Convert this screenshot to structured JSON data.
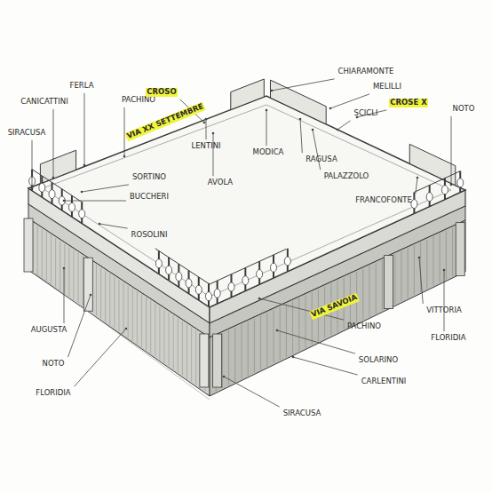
{
  "diagram": {
    "labels": [
      "CANICATTINI",
      "FERLA",
      "PACHINO",
      "CROSO",
      "VIA XX SETTEMBRE",
      "CHIARAMONTE",
      "MELILLI",
      "CROSE X",
      "SCICLI",
      "NOTO",
      "SIRACUSA",
      "LENTINI",
      "MODICA",
      "AVOLA",
      "RAGUSA",
      "PALAZZOLO",
      "FRANCOFONTE",
      "SORTINO",
      "BUCCHERI",
      "ROSOLINI",
      "AUGUSTA",
      "NOTO",
      "FLORIDIA",
      "SIRACUSA",
      "CARLENTINI",
      "SOLARINO",
      "PACHINO",
      "VIA SAVOIA",
      "VITTORIA",
      "FLORIDIA"
    ]
  }
}
